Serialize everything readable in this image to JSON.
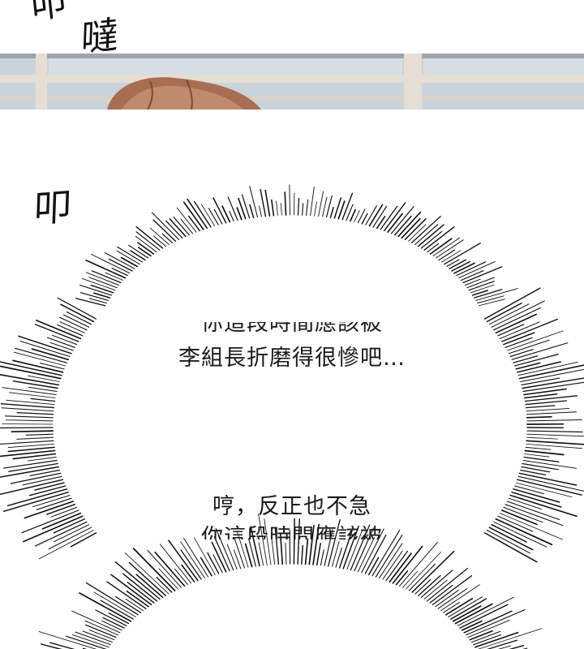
{
  "sound_effects": {
    "sfx_1": "叩",
    "sfx_2": "噠",
    "sfx_3": "叩"
  },
  "bubble_1": {
    "line_cut": "你這段時間應該被",
    "line_full": "李組長折磨得很慘吧…"
  },
  "bubble_2": {
    "line_full": "哼，反正也不急",
    "line_cut": "你這段時間應該被"
  },
  "colors": {
    "background": "#ffffff",
    "ink": "#111111",
    "window_glass": "#c9d3da",
    "window_frame": "#e6ddd5",
    "hair": "#a86d52"
  }
}
